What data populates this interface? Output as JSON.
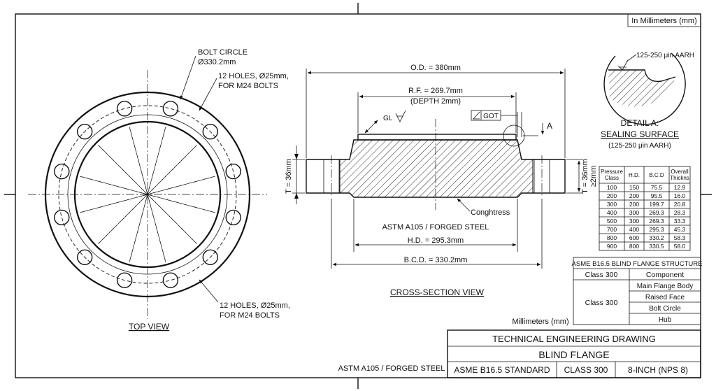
{
  "units_note": "In Millimeters (mm)",
  "top_view": {
    "title": "TOP VIEW",
    "bolt_circle_label": "BOLT CIRCLE",
    "bolt_circle_value": "Ø330.2mm",
    "holes_top_line1": "12 HOLES, Ø25mm,",
    "holes_top_line2": "FOR M24 BOLTS",
    "holes_bottom_line1": "12 HOLES, Ø25mm,",
    "holes_bottom_line2": "FOR M24 BOLTS",
    "hole_count": 12
  },
  "cross_section": {
    "title": "CROSS-SECTION VIEW",
    "od": "O.D. = 380mm",
    "rf": "R.F. = 269.7mm",
    "rf_depth": "(DEPTH 2mm)",
    "gl": "GL",
    "got": "GOT",
    "detail_ref": "A",
    "thickness_left": "T = 36mm",
    "thickness_right": "T = 36mm",
    "raise": "≥2mm",
    "congh": "Conghtress",
    "material": "ASTM A105 / FORGED STEEL",
    "hd": "H.D. = 295.3mm",
    "bcd": "B.C.D. = 330.2mm"
  },
  "detail": {
    "finish": "125-250 μin AARH",
    "title": "DETAIL A:",
    "subtitle": "SEALING SURFACE",
    "note": "(125-250 μin AARH)"
  },
  "pressure_table": {
    "headers": [
      [
        "Pressure",
        "Class"
      ],
      [
        "H.D."
      ],
      [
        "B.C.D"
      ],
      [
        "Overall",
        "Thickns"
      ]
    ],
    "rows": [
      [
        "100",
        "150",
        "75.5",
        "12.9"
      ],
      [
        "200",
        "200",
        "95.5",
        "16.0"
      ],
      [
        "300",
        "200",
        "199.7",
        "20.8"
      ],
      [
        "400",
        "300",
        "269.3",
        "28.3"
      ],
      [
        "500",
        "300",
        "269.3",
        "33.3"
      ],
      [
        "700",
        "400",
        "295.3",
        "45.3"
      ],
      [
        "800",
        "600",
        "330.2",
        "58.3"
      ],
      [
        "900",
        "800",
        "330.5",
        "58.0"
      ]
    ]
  },
  "structure_table": {
    "title": "ASME B16.5 BLIND FLANGE STRUCTURE",
    "header_left": "Class 300",
    "header_right": "Component",
    "class_label": "Class 300",
    "components": [
      "Main Flange Body",
      "Raised Face",
      "Bolt Circle",
      "Hub"
    ]
  },
  "title_block": {
    "units": "Millimeters (mm)",
    "line1": "TECHNICAL ENGINEERING DRAWING",
    "line2": "BLIND FLANGE",
    "standard": "ASME B16.5 STANDARD",
    "class": "CLASS 300",
    "size": "8-INCH (NPS 8)",
    "material": "ASTM A105 / FORGED STEEL"
  }
}
